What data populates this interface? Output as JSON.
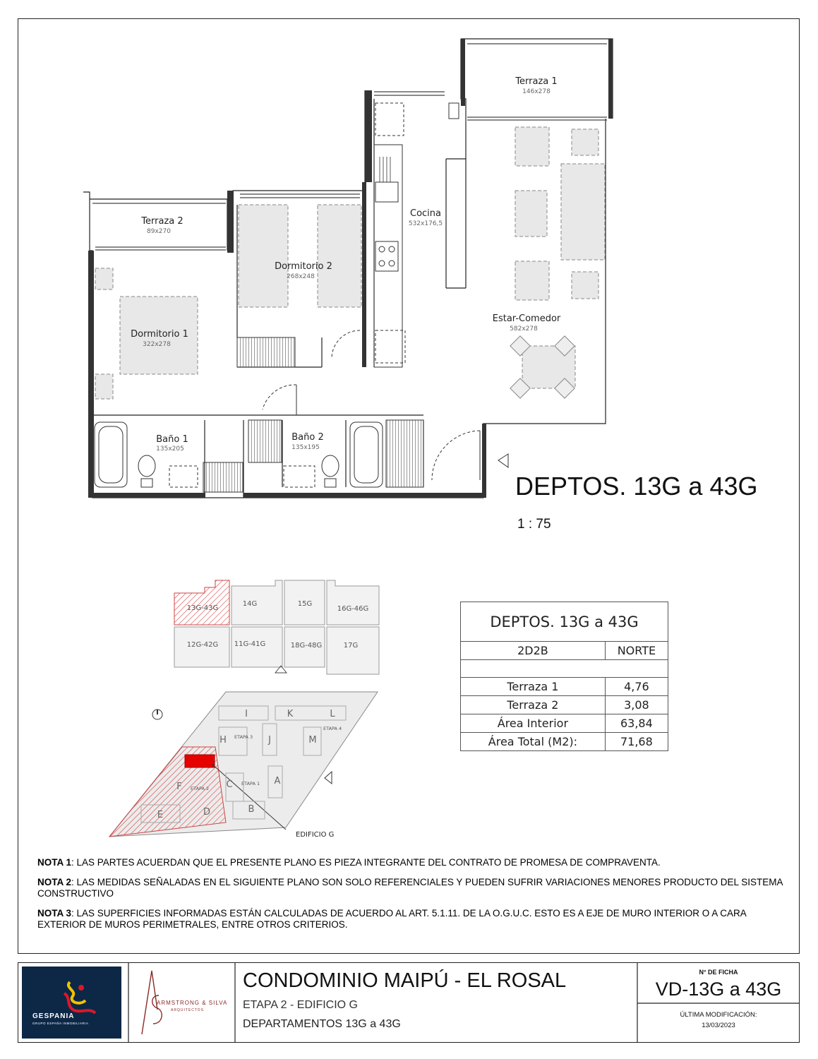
{
  "plan": {
    "rooms": [
      {
        "name": "Terraza 1",
        "dims": "146x278"
      },
      {
        "name": "Terraza 2",
        "dims": "89x270"
      },
      {
        "name": "Cocina",
        "dims": "532x176,5"
      },
      {
        "name": "Dormitorio 2",
        "dims": "268x248"
      },
      {
        "name": "Dormitorio 1",
        "dims": "322x278"
      },
      {
        "name": "Estar-Comedor",
        "dims": "582x278"
      },
      {
        "name": "Baño 1",
        "dims": "135x205"
      },
      {
        "name": "Baño 2",
        "dims": "135x195"
      }
    ],
    "title": "DEPTOS. 13G a 43G",
    "scale": "1 : 75"
  },
  "keyplan": {
    "units_top": [
      "13G-43G",
      "14G",
      "15G",
      "16G-46G"
    ],
    "units_bottom": [
      "12G-42G",
      "11G-41G",
      "18G-48G",
      "17G"
    ],
    "site_letters": [
      "I",
      "K",
      "L",
      "H",
      "J",
      "M",
      "A",
      "C",
      "F",
      "E",
      "D",
      "B"
    ],
    "stage_labels": [
      "ETAPA 3",
      "ETAPA 4",
      "ETAPA 1",
      "ETAPA 2"
    ],
    "edificio_label": "EDIFICIO G"
  },
  "colors": {
    "highlight": "#e60000",
    "hatch": "#d24a4a",
    "navy": "#0d2846",
    "as_red": "#8a2a2a"
  },
  "table": {
    "title": "DEPTOS. 13G a 43G",
    "type": "2D2B",
    "orientation": "NORTE",
    "rows": [
      {
        "label": "Terraza 1",
        "value": "4,76"
      },
      {
        "label": "Terraza 2",
        "value": "3,08"
      },
      {
        "label": "Área Interior",
        "value": "63,84"
      },
      {
        "label": "Área Total (M2):",
        "value": "71,68"
      }
    ]
  },
  "notes": [
    {
      "label": "NOTA 1",
      "text": ": LAS PARTES ACUERDAN QUE EL PRESENTE PLANO ES PIEZA INTEGRANTE DEL CONTRATO DE PROMESA DE COMPRAVENTA."
    },
    {
      "label": "NOTA 2",
      "text": ": LAS MEDIDAS SEÑALADAS EN EL SIGUIENTE PLANO SON SOLO REFERENCIALES Y PUEDEN SUFRIR VARIACIONES MENORES PRODUCTO DEL SISTEMA CONSTRUCTIVO"
    },
    {
      "label": "NOTA 3",
      "text": ": LAS SUPERFICIES INFORMADAS ESTÁN CALCULADAS DE ACUERDO AL ART. 5.1.11. DE LA O.G.U.C. ESTO ES A EJE DE MURO INTERIOR O A CARA EXTERIOR DE MUROS PERIMETRALES, ENTRE OTROS CRITERIOS."
    }
  ],
  "footer": {
    "logo_gespania": "GESPANIA",
    "logo_gespania_sub": "GRUPO ESPAÑA INMOBILIARIA",
    "logo_as_name": "ARMSTRONG & SILVA",
    "logo_as_sub": "ARQUITECTOS",
    "project": "CONDOMINIO MAIPÚ - EL ROSAL",
    "stage": "ETAPA 2 - EDIFICIO G",
    "units": "DEPARTAMENTOS 13G a 43G",
    "ficha_label": "N° DE FICHA",
    "ficha": "VD-13G a 43G",
    "mod_label": "ÚLTIMA MODIFICACIÓN:",
    "mod_date": "13/03/2023"
  }
}
